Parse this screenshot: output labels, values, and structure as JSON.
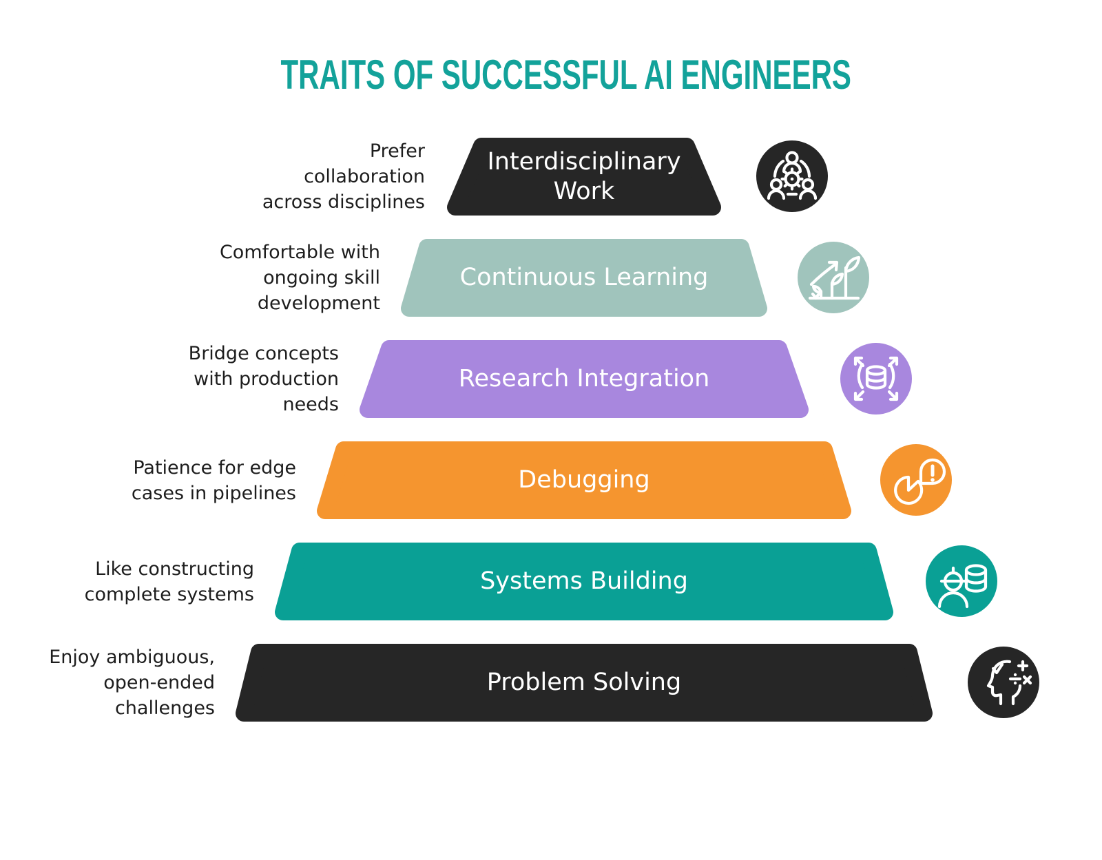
{
  "title": {
    "text": "TRAITS OF SUCCESSFUL AI ENGINEERS",
    "color": "#13a29a"
  },
  "levels": [
    {
      "label": "Interdisciplinary Work",
      "caption_lines": [
        "Prefer",
        "collaboration",
        "across disciplines"
      ],
      "color": "#262626",
      "label_color": "#ffffff",
      "icon": "team-gear-icon"
    },
    {
      "label": "Continuous Learning",
      "caption_lines": [
        "Comfortable with",
        "ongoing skill",
        "development"
      ],
      "color": "#a0c4bc",
      "label_color": "#ffffff",
      "icon": "growth-plant-icon"
    },
    {
      "label": "Research Integration",
      "caption_lines": [
        "Bridge concepts",
        "with production",
        "needs"
      ],
      "color": "#a887de",
      "label_color": "#ffffff",
      "icon": "expand-database-icon"
    },
    {
      "label": "Debugging",
      "caption_lines": [
        "Patience for edge",
        "cases in pipelines"
      ],
      "color": "#f5952f",
      "label_color": "#ffffff",
      "icon": "alert-pie-icon"
    },
    {
      "label": "Systems Building",
      "caption_lines": [
        "Like constructing",
        "complete systems"
      ],
      "color": "#0aa095",
      "label_color": "#ffffff",
      "icon": "engineer-database-icon"
    },
    {
      "label": "Problem Solving",
      "caption_lines": [
        "Enjoy ambiguous,",
        "open-ended",
        "challenges"
      ],
      "color": "#262626",
      "label_color": "#ffffff",
      "icon": "head-math-icon"
    }
  ]
}
